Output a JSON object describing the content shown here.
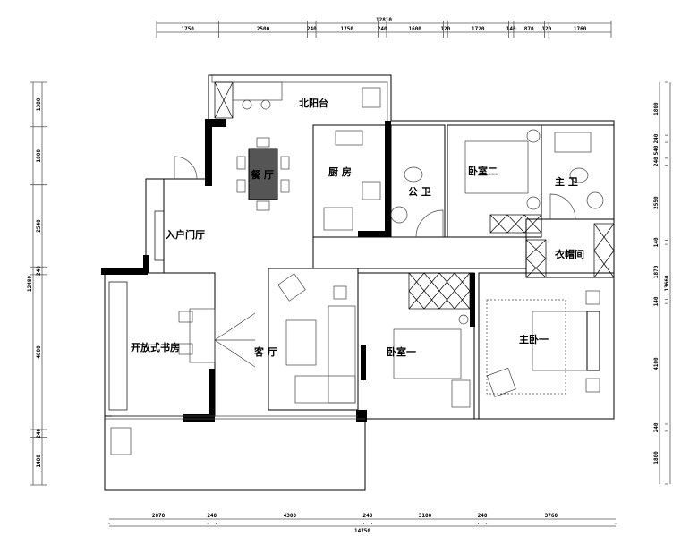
{
  "rooms": {
    "north_balcony": "北阳台",
    "dining": "餐 厅",
    "kitchen": "厨 房",
    "public_bath": "公 卫",
    "bedroom2": "卧室二",
    "master_bath": "主 卫",
    "closet": "衣帽间",
    "entrance": "入户门厅",
    "study": "开放式书房",
    "living": "客 厅",
    "bedroom1": "卧室一",
    "master_bedroom": "主卧一"
  },
  "dimensions": {
    "top": {
      "total": "12810",
      "segments": [
        1750,
        2500,
        240,
        1750,
        240,
        1600,
        120,
        1720,
        140,
        870,
        120,
        1760
      ]
    },
    "bottom": {
      "total": "14750",
      "segments": [
        2870,
        240,
        4300,
        240,
        3100,
        240,
        3760
      ]
    },
    "left": {
      "total": "12480",
      "segments": [
        1380,
        1800,
        2540,
        240,
        4800,
        240,
        1480
      ]
    },
    "right": {
      "total": "13660",
      "segments": [
        1800,
        240,
        540,
        240,
        2550,
        140,
        1870,
        140,
        4100,
        240,
        1800
      ]
    }
  }
}
